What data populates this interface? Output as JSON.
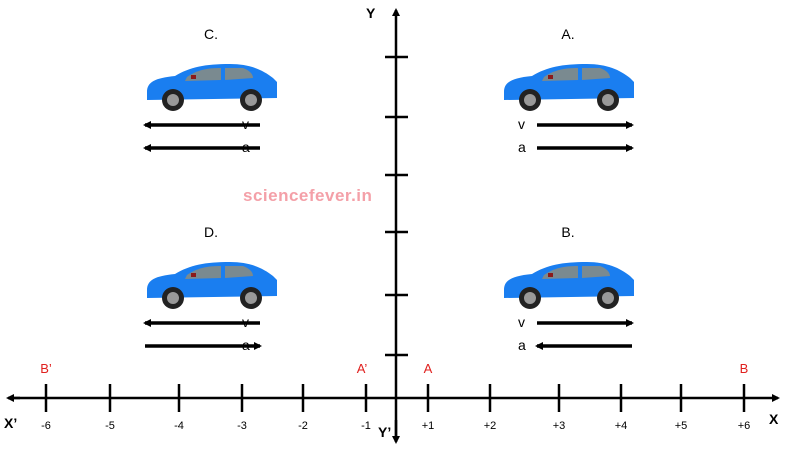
{
  "watermark": "sciencefever.in",
  "axes": {
    "x_label": "X",
    "x_neg_label": "X’",
    "y_label": "Y",
    "y_neg_label": "Y’",
    "x_ticks": [
      "-6",
      "-5",
      "-4",
      "-3",
      "-2",
      "-1",
      "+1",
      "+2",
      "+3",
      "+4",
      "+5",
      "+6"
    ]
  },
  "points": [
    {
      "label": "B’",
      "at": "-6"
    },
    {
      "label": "A’",
      "at": "-1"
    },
    {
      "label": "A",
      "at": "+1"
    },
    {
      "label": "B",
      "at": "+6"
    }
  ],
  "cases": [
    {
      "id": "C",
      "title": "C.",
      "v_label": "v",
      "a_label": "a",
      "v_dir": "left",
      "a_dir": "left"
    },
    {
      "id": "A",
      "title": "A.",
      "v_label": "v",
      "a_label": "a",
      "v_dir": "right",
      "a_dir": "right"
    },
    {
      "id": "D",
      "title": "D.",
      "v_label": "v",
      "a_label": "a",
      "v_dir": "left",
      "a_dir": "right"
    },
    {
      "id": "B",
      "title": "B.",
      "v_label": "v",
      "a_label": "a",
      "v_dir": "right",
      "a_dir": "left"
    }
  ],
  "colors": {
    "car": "#1a7ef0",
    "points": "#e0201e",
    "watermark": "#f4a0a8"
  }
}
